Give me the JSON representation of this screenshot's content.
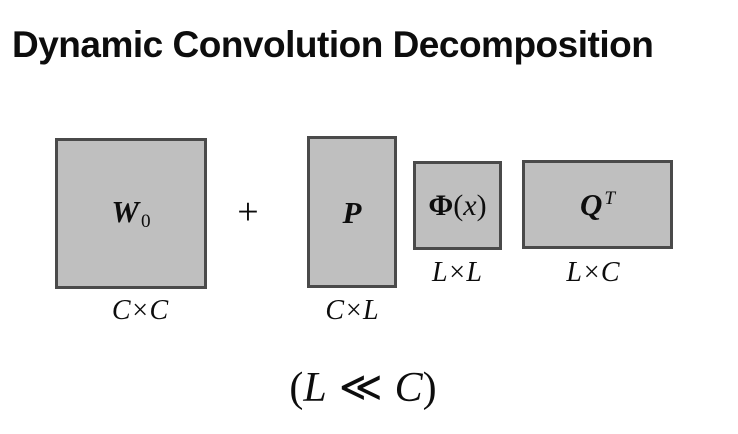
{
  "title": "Dynamic Convolution Decomposition",
  "plus_operator": "+",
  "matrices": {
    "w0": {
      "symbol": "W",
      "subscript": "0",
      "dims": "C×C"
    },
    "p": {
      "symbol": "P",
      "dims": "C×L"
    },
    "phi": {
      "symbol": "Φ",
      "arg_open": "(",
      "arg_var": "x",
      "arg_close": ")",
      "dims": "L×L"
    },
    "qt": {
      "symbol": "Q",
      "superscript": "T",
      "dims": "L×C"
    }
  },
  "constraint": {
    "open": "(",
    "lhs": "L",
    "relation": "≪",
    "rhs": "C",
    "close": ")"
  },
  "colors": {
    "background": "#ffffff",
    "box_fill": "#bfbfbf",
    "box_border": "#4a4a4a",
    "text": "#0d0d0d"
  }
}
